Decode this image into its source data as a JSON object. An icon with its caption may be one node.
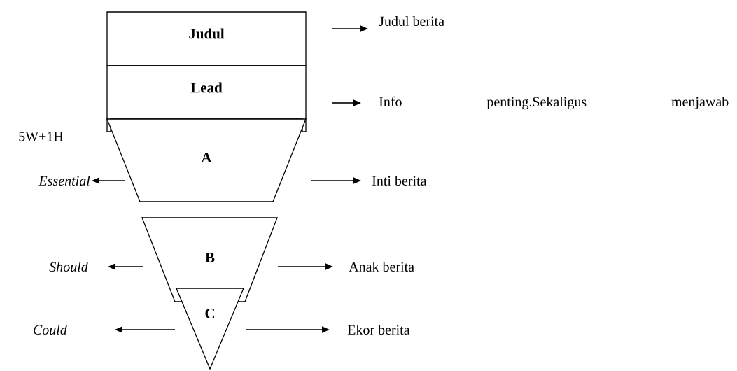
{
  "diagram": {
    "nodes": [
      {
        "text": [
          "Judul"
        ]
      },
      {
        "text": [
          "Lead"
        ]
      },
      {
        "text": [
          "A"
        ]
      },
      {
        "text": [
          "B"
        ]
      },
      {
        "text": [
          "C"
        ]
      },
      {
        "text": [
          "Judul berita"
        ]
      },
      {
        "text": [
          "Info penting.Sekaligus menjawab"
        ]
      },
      {
        "text": [
          "Inti berita"
        ]
      },
      {
        "text": [
          "Essential"
        ]
      },
      {
        "text": [
          "Anak berita"
        ]
      },
      {
        "text": [
          "Should"
        ]
      },
      {
        "text": [
          "Ekor berita"
        ]
      },
      {
        "text": [
          "Could"
        ]
      }
    ],
    "edges": [
      {
        "from": 0,
        "to": 5,
        "arrow": "to"
      },
      {
        "from": 1,
        "to": 6,
        "arrow": "to"
      },
      {
        "from": 2,
        "to": 7,
        "arrow": "to"
      },
      {
        "from": 2,
        "to": 8,
        "arrow": "to"
      },
      {
        "from": 3,
        "to": 9,
        "arrow": "to"
      },
      {
        "from": 3,
        "to": 10,
        "arrow": "to"
      },
      {
        "from": 4,
        "to": 11,
        "arrow": "to"
      },
      {
        "from": 4,
        "to": 12,
        "arrow": "to"
      }
    ],
    "labels": [
      "5W+1H"
    ]
  }
}
